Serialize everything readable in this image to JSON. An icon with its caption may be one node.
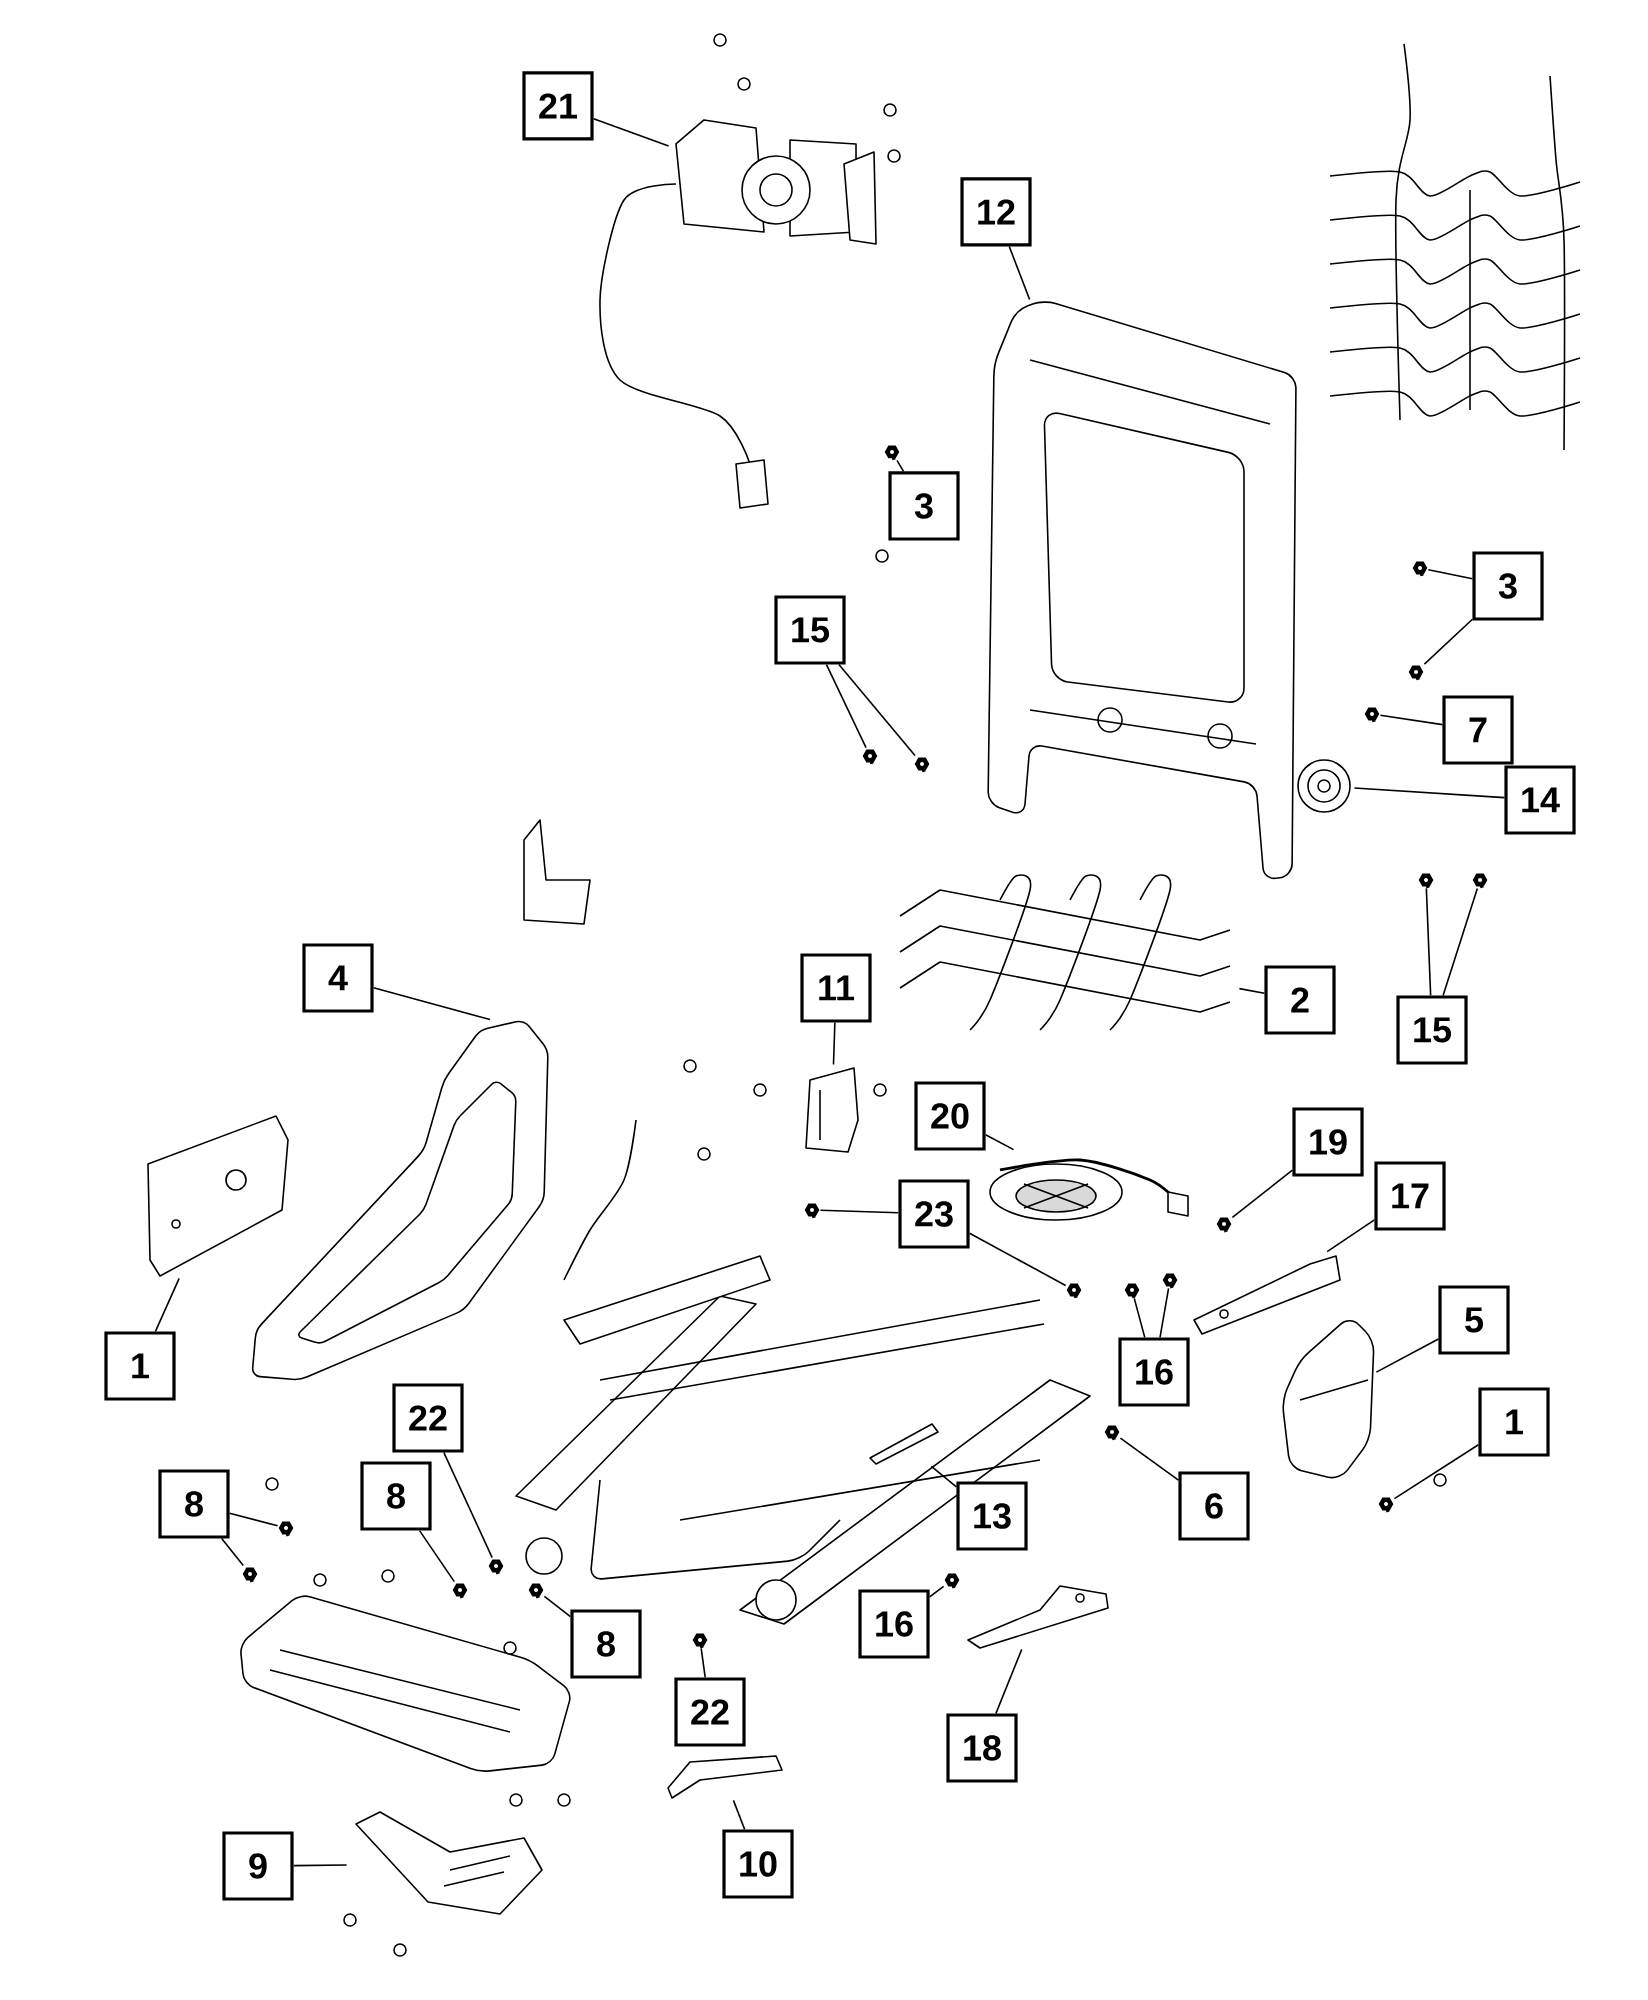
{
  "diagram": {
    "nodes": [
      {
        "text": [
          "21"
        ]
      },
      {
        "text": [
          "12"
        ]
      },
      {
        "text": [
          "3"
        ]
      },
      {
        "text": [
          "3"
        ]
      },
      {
        "text": [
          "15"
        ]
      },
      {
        "text": [
          "7"
        ]
      },
      {
        "text": [
          "14"
        ]
      },
      {
        "text": [
          "4"
        ]
      },
      {
        "text": [
          "11"
        ]
      },
      {
        "text": [
          "2"
        ]
      },
      {
        "text": [
          "15"
        ]
      },
      {
        "text": [
          "20"
        ]
      },
      {
        "text": [
          "19"
        ]
      },
      {
        "text": [
          "17"
        ]
      },
      {
        "text": [
          "23"
        ]
      },
      {
        "text": [
          "5"
        ]
      },
      {
        "text": [
          "1"
        ]
      },
      {
        "text": [
          "16"
        ]
      },
      {
        "text": [
          "22"
        ]
      },
      {
        "text": [
          "1"
        ]
      },
      {
        "text": [
          "8"
        ]
      },
      {
        "text": [
          "8"
        ]
      },
      {
        "text": [
          "6"
        ]
      },
      {
        "text": [
          "13"
        ]
      },
      {
        "text": [
          "16"
        ]
      },
      {
        "text": [
          "8"
        ]
      },
      {
        "text": [
          "22"
        ]
      },
      {
        "text": [
          "18"
        ]
      },
      {
        "text": [
          "10"
        ]
      },
      {
        "text": [
          "9"
        ]
      },
      {
        "text": [],
        "shape": "picture"
      },
      {
        "text": [],
        "shape": "picture"
      },
      {
        "text": [],
        "shape": "picture"
      },
      {
        "text": [],
        "shape": "picture"
      },
      {
        "text": [],
        "shape": "picture"
      },
      {
        "text": [],
        "shape": "picture"
      },
      {
        "text": [],
        "shape": "picture"
      },
      {
        "text": [],
        "shape": "picture"
      },
      {
        "text": [],
        "shape": "picture"
      },
      {
        "text": [],
        "shape": "picture"
      },
      {
        "text": [],
        "shape": "picture"
      },
      {
        "text": [],
        "shape": "picture"
      },
      {
        "text": [],
        "shape": "picture"
      },
      {
        "text": [],
        "shape": "picture"
      },
      {
        "text": [],
        "shape": "picture"
      },
      {
        "text": [],
        "shape": "picture"
      },
      {
        "text": [],
        "shape": "picture"
      },
      {
        "text": [],
        "shape": "picture"
      },
      {
        "text": [],
        "shape": "picture"
      },
      {
        "text": [],
        "shape": "picture"
      },
      {
        "text": [],
        "shape": "picture"
      },
      {
        "text": [],
        "shape": "picture"
      },
      {
        "text": [],
        "shape": "picture"
      },
      {
        "text": [],
        "shape": "picture"
      },
      {
        "text": [],
        "shape": "picture"
      },
      {
        "text": [],
        "shape": "picture"
      },
      {
        "text": [],
        "shape": "picture"
      },
      {
        "text": [],
        "shape": "picture"
      },
      {
        "text": [],
        "shape": "picture"
      },
      {
        "text": [],
        "shape": "picture"
      },
      {
        "text": [],
        "shape": "picture"
      },
      {
        "text": [],
        "shape": "picture"
      },
      {
        "text": [],
        "shape": "picture"
      },
      {
        "text": [],
        "shape": "picture"
      },
      {
        "text": [],
        "shape": "picture"
      },
      {
        "text": [],
        "shape": "picture"
      }
    ],
    "edges": [
      {
        "from": 0,
        "to": 30,
        "arrow": "none"
      },
      {
        "from": 1,
        "to": 31,
        "arrow": "none"
      },
      {
        "from": 2,
        "to": 32,
        "arrow": "none"
      },
      {
        "from": 3,
        "to": 33,
        "arrow": "none"
      },
      {
        "from": 3,
        "to": 34,
        "arrow": "none"
      },
      {
        "from": 4,
        "to": 35,
        "arrow": "none"
      },
      {
        "from": 4,
        "to": 36,
        "arrow": "none"
      },
      {
        "from": 5,
        "to": 37,
        "arrow": "none"
      },
      {
        "from": 6,
        "to": 38,
        "arrow": "none"
      },
      {
        "from": 7,
        "to": 39,
        "arrow": "none"
      },
      {
        "from": 8,
        "to": 41,
        "arrow": "none"
      },
      {
        "from": 9,
        "to": 42,
        "arrow": "none"
      },
      {
        "from": 10,
        "to": 43,
        "arrow": "none"
      },
      {
        "from": 10,
        "to": 44,
        "arrow": "none"
      },
      {
        "from": 11,
        "to": 45,
        "arrow": "none"
      },
      {
        "from": 12,
        "to": 46,
        "arrow": "none"
      },
      {
        "from": 13,
        "to": 47,
        "arrow": "none"
      },
      {
        "from": 14,
        "to": 48,
        "arrow": "none"
      },
      {
        "from": 14,
        "to": 65,
        "arrow": "none"
      },
      {
        "from": 15,
        "to": 50,
        "arrow": "none"
      },
      {
        "from": 16,
        "to": 40,
        "arrow": "none"
      },
      {
        "from": 17,
        "to": 51,
        "arrow": "none"
      },
      {
        "from": 17,
        "to": 52,
        "arrow": "none"
      },
      {
        "from": 18,
        "to": 54,
        "arrow": "none"
      },
      {
        "from": 19,
        "to": 53,
        "arrow": "none"
      },
      {
        "from": 20,
        "to": 55,
        "arrow": "none"
      },
      {
        "from": 21,
        "to": 56,
        "arrow": "none"
      },
      {
        "from": 21,
        "to": 57,
        "arrow": "none"
      },
      {
        "from": 22,
        "to": 58,
        "arrow": "none"
      },
      {
        "from": 23,
        "to": 49,
        "arrow": "none"
      },
      {
        "from": 24,
        "to": 59,
        "arrow": "none"
      },
      {
        "from": 25,
        "to": 60,
        "arrow": "none"
      },
      {
        "from": 26,
        "to": 61,
        "arrow": "none"
      },
      {
        "from": 27,
        "to": 62,
        "arrow": "none"
      },
      {
        "from": 28,
        "to": 63,
        "arrow": "none"
      },
      {
        "from": 29,
        "to": 64,
        "arrow": "none"
      }
    ]
  }
}
